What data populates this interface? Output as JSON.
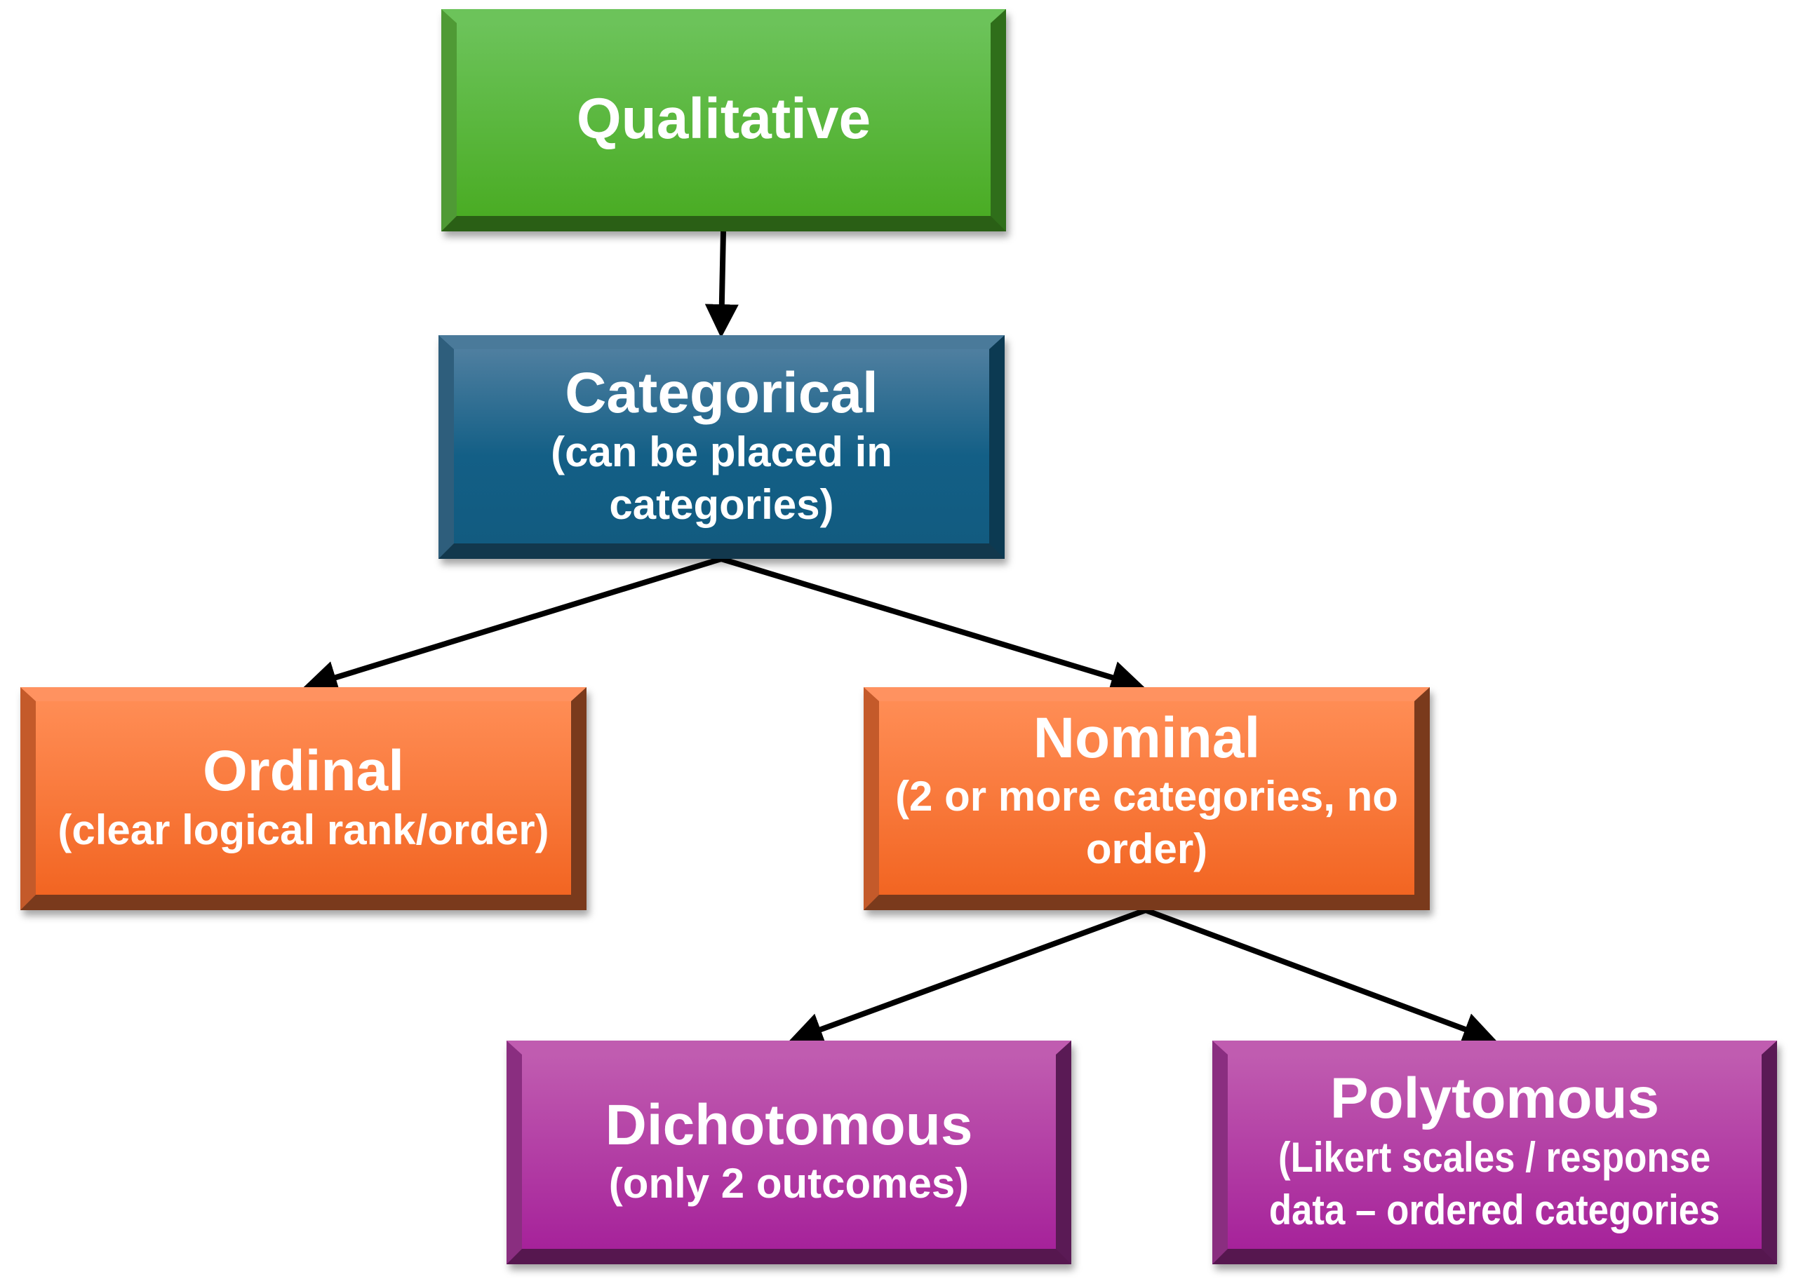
{
  "nodes": {
    "qualitative": {
      "title": "Qualitative"
    },
    "categorical": {
      "title": "Categorical",
      "sub1": "(can be placed in",
      "sub2": "categories)"
    },
    "ordinal": {
      "title": "Ordinal",
      "sub1": "(clear logical rank/order)"
    },
    "nominal": {
      "title": "Nominal",
      "sub1": "(2 or more categories, no",
      "sub2": "order)"
    },
    "dichotomous": {
      "title": "Dichotomous",
      "sub1": "(only 2 outcomes)"
    },
    "polytomous": {
      "title": "Polytomous",
      "sub1": "(Likert scales / response",
      "sub2": "data – ordered categories"
    }
  },
  "colors": {
    "green": "#4aac24",
    "blue": "#135f86",
    "orange": "#f26522",
    "purple": "#a6229a",
    "arrow": "#000000"
  }
}
